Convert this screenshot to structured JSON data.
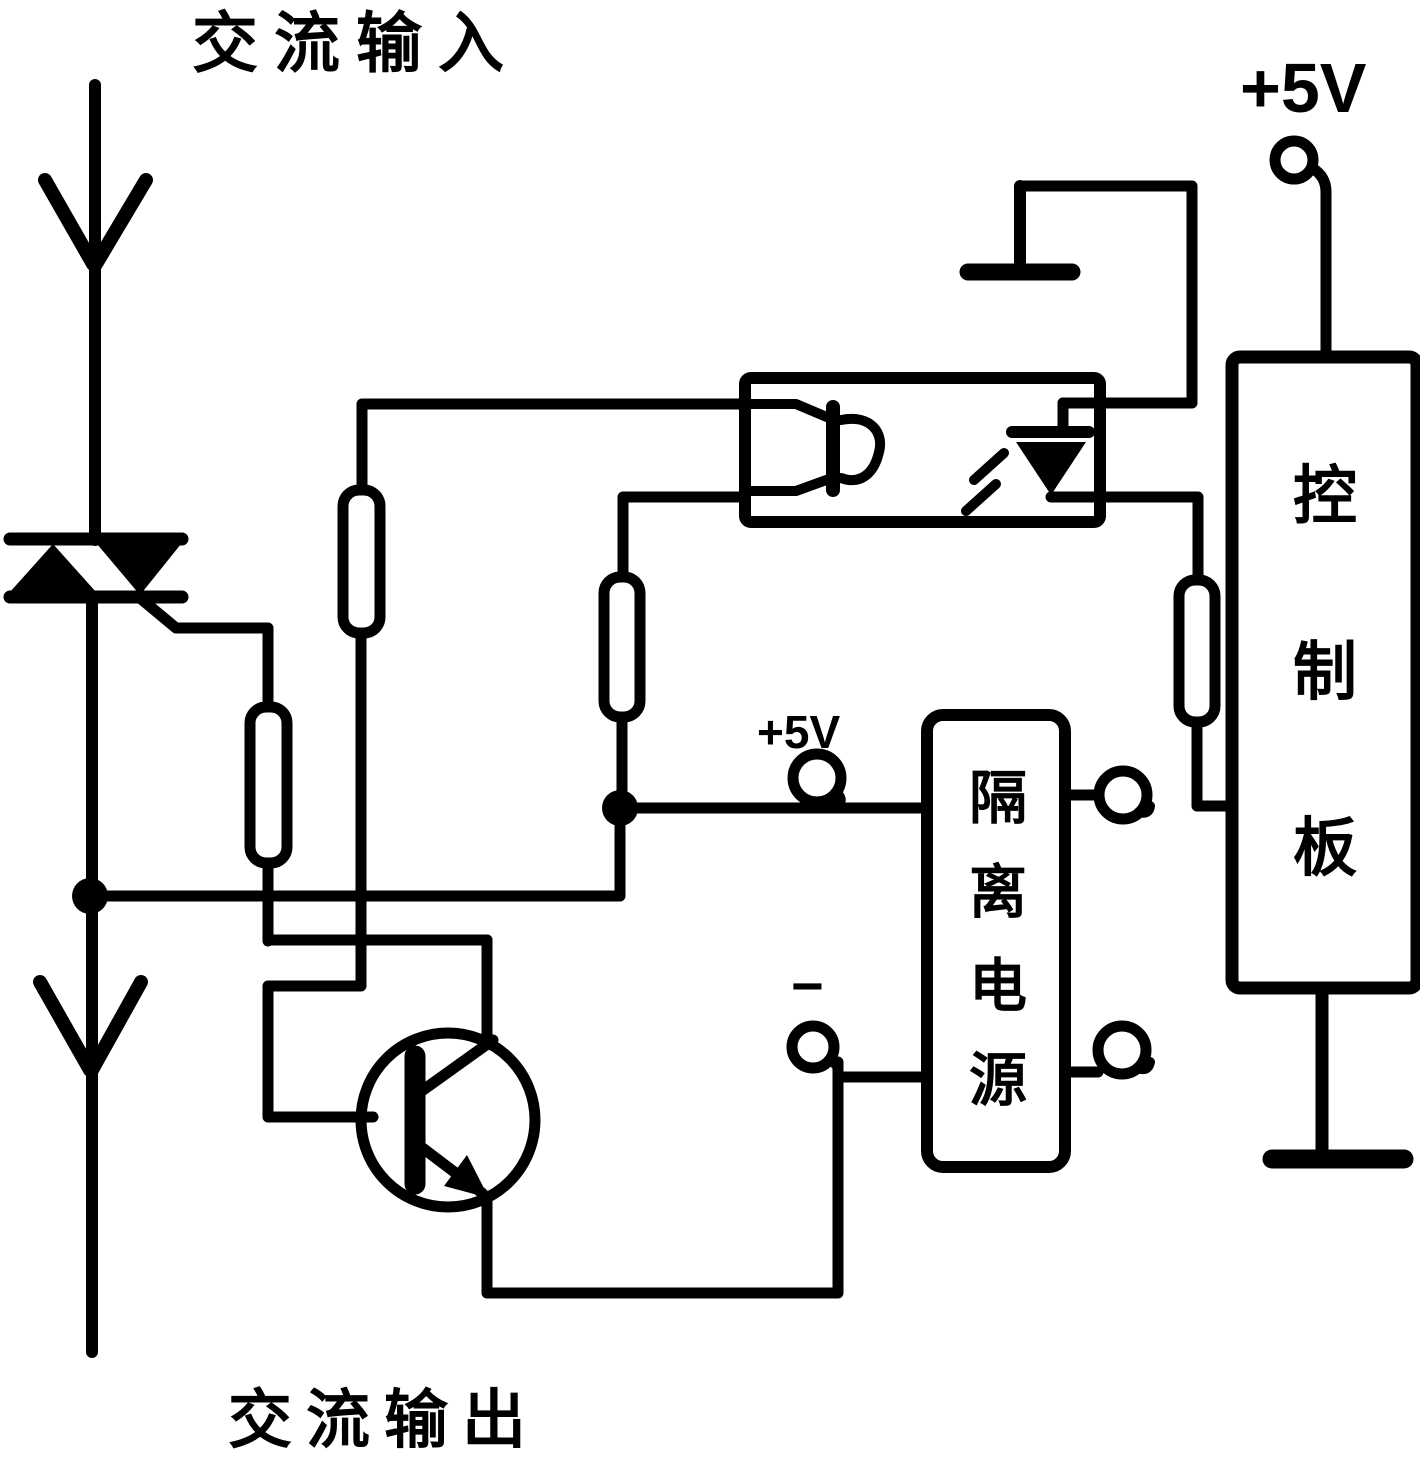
{
  "colors": {
    "ink": "#000000",
    "paper": "#ffffff"
  },
  "labels": {
    "ac_input": "交流输入",
    "ac_output": "交流输出",
    "supply_5v_top_right": "+5V",
    "supply_5v_mid": "+5V",
    "minus_terminal": "−"
  },
  "boxes": {
    "isolation_supply": {
      "label": "隔离电源",
      "chars": [
        "隔",
        "离",
        "电",
        "源"
      ]
    },
    "control_board": {
      "label": "控制板",
      "chars": [
        "控",
        "制",
        "板"
      ]
    }
  },
  "components": {
    "triac": "triac-icon",
    "transistor": "npn-transistor-icon",
    "optocoupler": "optocoupler-icon",
    "resistor_count": 4,
    "ground_symbol_count": 2,
    "junction_dot_count": 2,
    "terminal_circle_count": 5
  }
}
